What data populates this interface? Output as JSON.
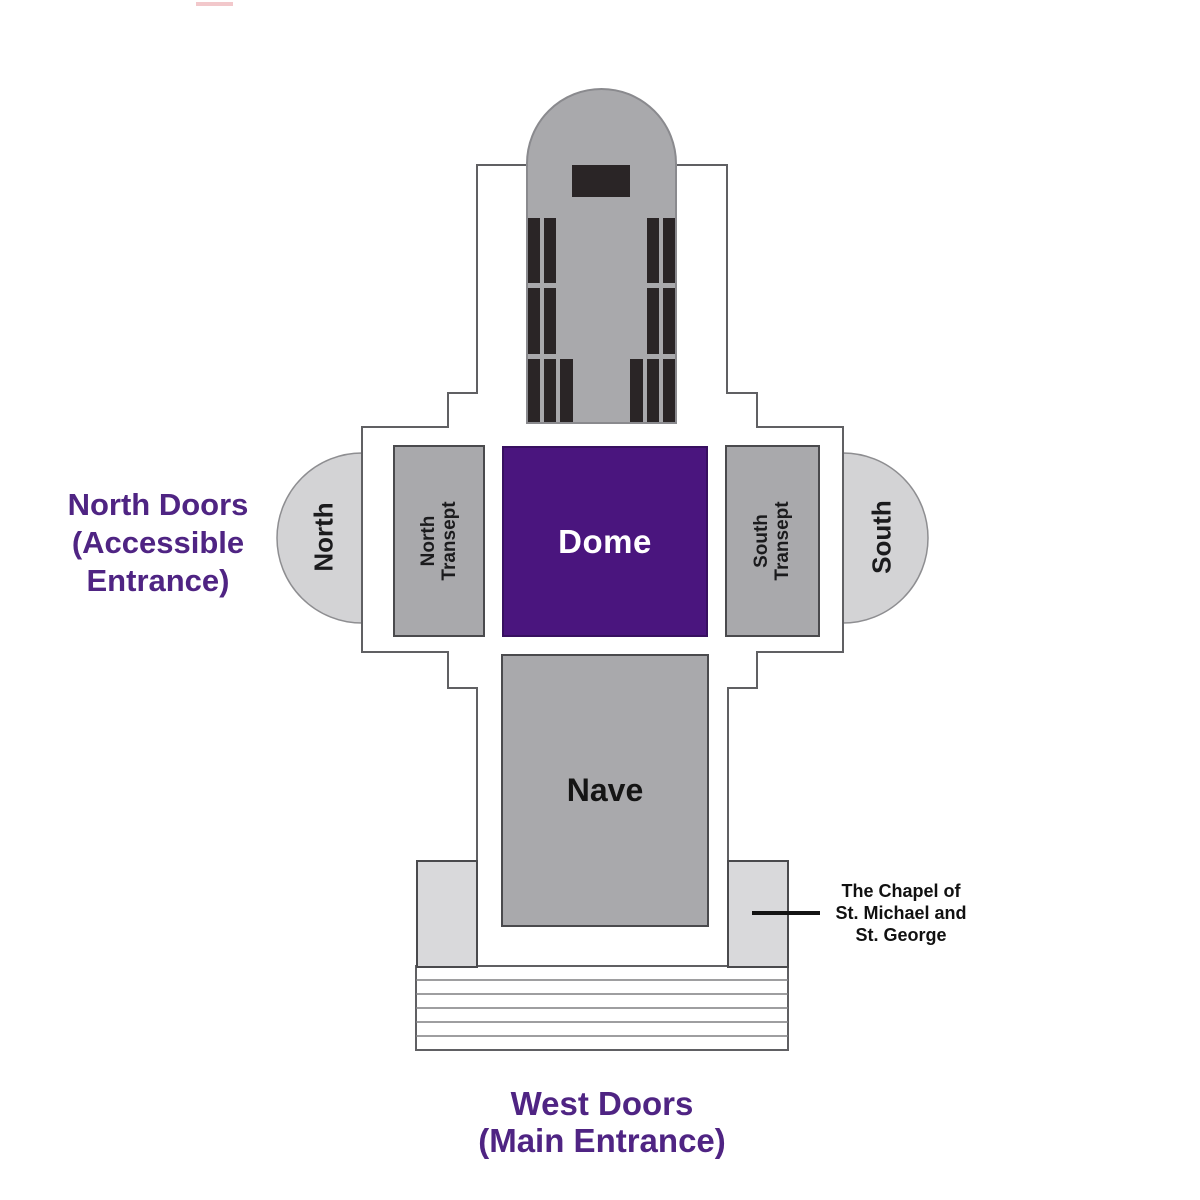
{
  "rooms": {
    "dome": {
      "label": "Dome",
      "color": "#4A157E"
    },
    "nave": {
      "label": "Nave",
      "color": "#A9A9AC"
    },
    "north_transept": {
      "label": "North\nTransept",
      "color": "#A9A9AC"
    },
    "south_transept": {
      "label": "South\nTransept",
      "color": "#A9A9AC"
    },
    "north_apse": {
      "label": "North",
      "color": "#D3D3D5"
    },
    "south_apse": {
      "label": "South",
      "color": "#D3D3D5"
    }
  },
  "annotations": {
    "north_doors": {
      "text": "North Doors\n(Accessible\nEntrance)",
      "color": "#4F2483"
    },
    "west_doors": {
      "text": "West Doors\n(Main Entrance)",
      "color": "#4F2483"
    },
    "chapel": {
      "text": "The Chapel of\nSt. Michael and\nSt. George",
      "color": "#111111"
    }
  },
  "colors": {
    "wall_outline": "#606063",
    "dome_purple": "#4A157E",
    "label_purple": "#4F2483",
    "room_gray": "#A9A9AC",
    "apse_light_gray": "#D3D3D5",
    "chapel_tower_gray": "#D9D9DB",
    "choir_stall_dark": "#2A2526",
    "artifact_pink": "#F2C8CB"
  }
}
